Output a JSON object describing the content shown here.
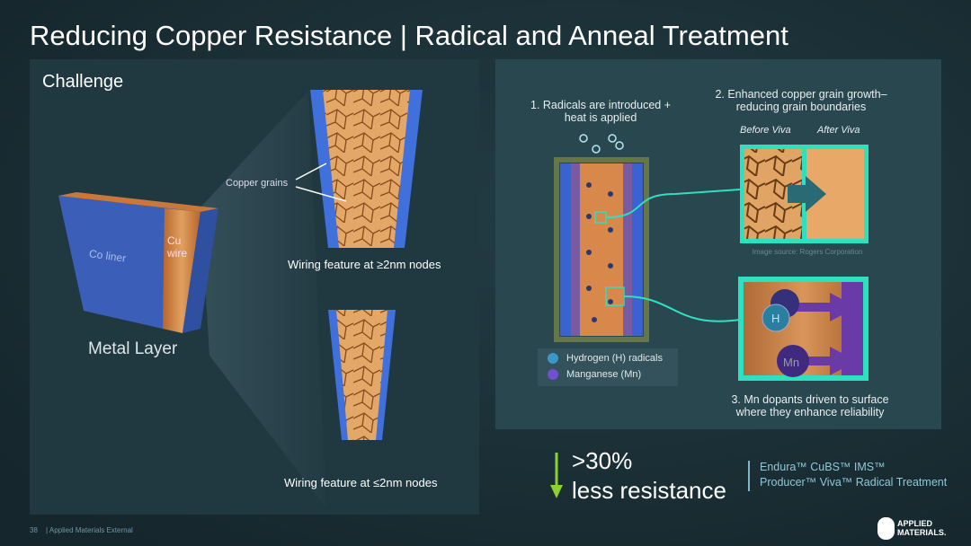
{
  "title": "Reducing Copper Resistance | Radical and Anneal Treatment",
  "left": {
    "heading": "Challenge",
    "metal_layer": "Metal Layer",
    "co_liner": "Co liner",
    "cu_wire": "Cu wire",
    "copper_grains": "Copper grains",
    "wiring_top": "Wiring feature at ≥2nm nodes",
    "wiring_bottom": "Wiring feature at ≤2nm nodes"
  },
  "right": {
    "step1": "1. Radicals are introduced + heat is applied",
    "step2": "2. Enhanced copper grain growth– reducing grain boundaries",
    "before": "Before Viva",
    "after": "After Viva",
    "image_source": "Image source: Rogers Corporation",
    "step3": "3. Mn dopants driven to surface where they enhance reliability",
    "legend": [
      "Hydrogen (H) radicals",
      "Manganese (Mn)"
    ],
    "h": "H",
    "mn": "Mn"
  },
  "result": {
    "value": ">30%",
    "label": "less resistance"
  },
  "products": [
    "Endura™ CuBS™ IMS™",
    "Producer™ Viva™ Radical Treatment"
  ],
  "footer": {
    "page": "38",
    "label": "| Applied Materials External",
    "logo": "APPLIED MATERIALS."
  },
  "colors": {
    "accent": "#2de0c0",
    "arrow": "#8bd12f",
    "liner": "#3f6fd8",
    "copper": "#c8803f"
  }
}
